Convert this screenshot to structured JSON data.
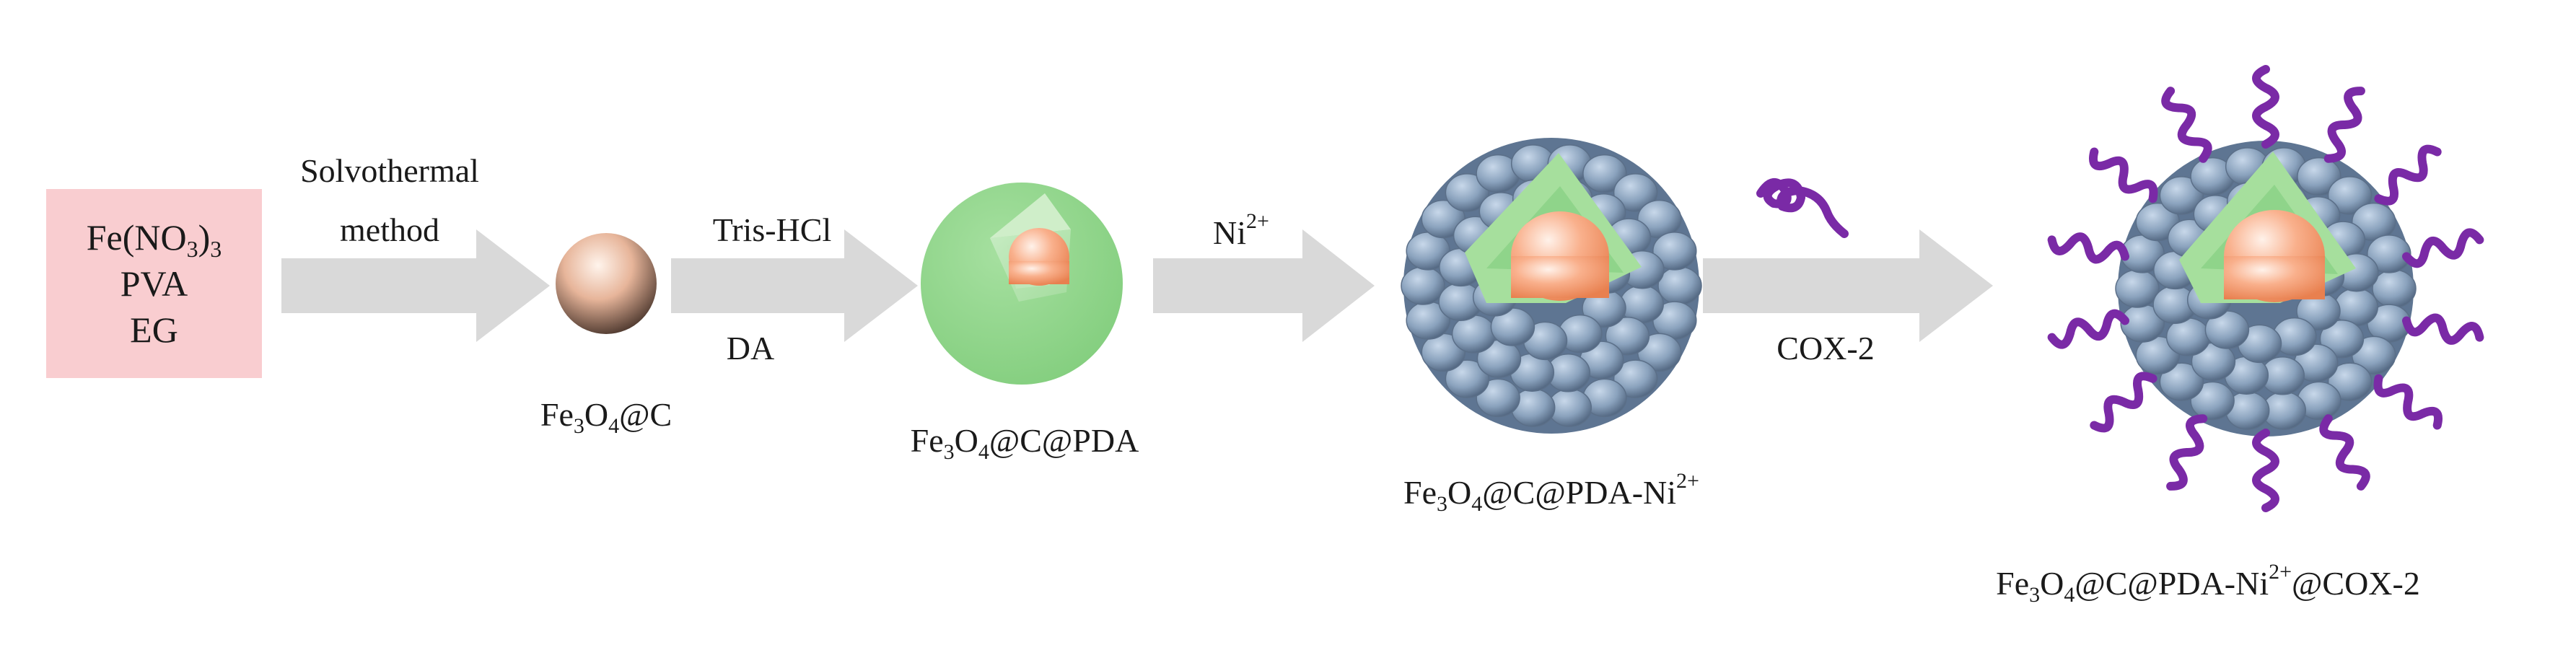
{
  "reagents": {
    "line1_prefix": "Fe(NO",
    "line1_sub1": "3",
    "line1_mid": ")",
    "line1_sub2": "3",
    "line2": "PVA",
    "line3": "EG"
  },
  "steps": {
    "s1_top1": "Solvothermal",
    "s1_top2": "method",
    "s2_top": "Tris-HCl",
    "s2_bottom": "DA",
    "s3_top": "Ni",
    "s3_top_sup": "2+",
    "s4_bottom": "COX-2"
  },
  "products": {
    "p1": {
      "fe": "Fe",
      "s3": "3",
      "o": "O",
      "s4": "4",
      "rest": "@C"
    },
    "p2": {
      "fe": "Fe",
      "s3": "3",
      "o": "O",
      "s4": "4",
      "rest": "@C@PDA"
    },
    "p3": {
      "fe": "Fe",
      "s3": "3",
      "o": "O",
      "s4": "4",
      "rest": "@C@PDA-Ni",
      "sup": "2+"
    },
    "p4": {
      "fe": "Fe",
      "s3": "3",
      "o": "O",
      "s4": "4",
      "rest": "@C@PDA-Ni",
      "sup": "2+",
      "tail": "@COX-2"
    }
  },
  "colors": {
    "arrow": "#d9d9d9",
    "reagent_box": "#f9cdd0",
    "pda_shell": "#8fd48a",
    "core": "#f5a17a",
    "ni_bead": "#8aa2bd",
    "enzyme": "#7a2aa6"
  }
}
